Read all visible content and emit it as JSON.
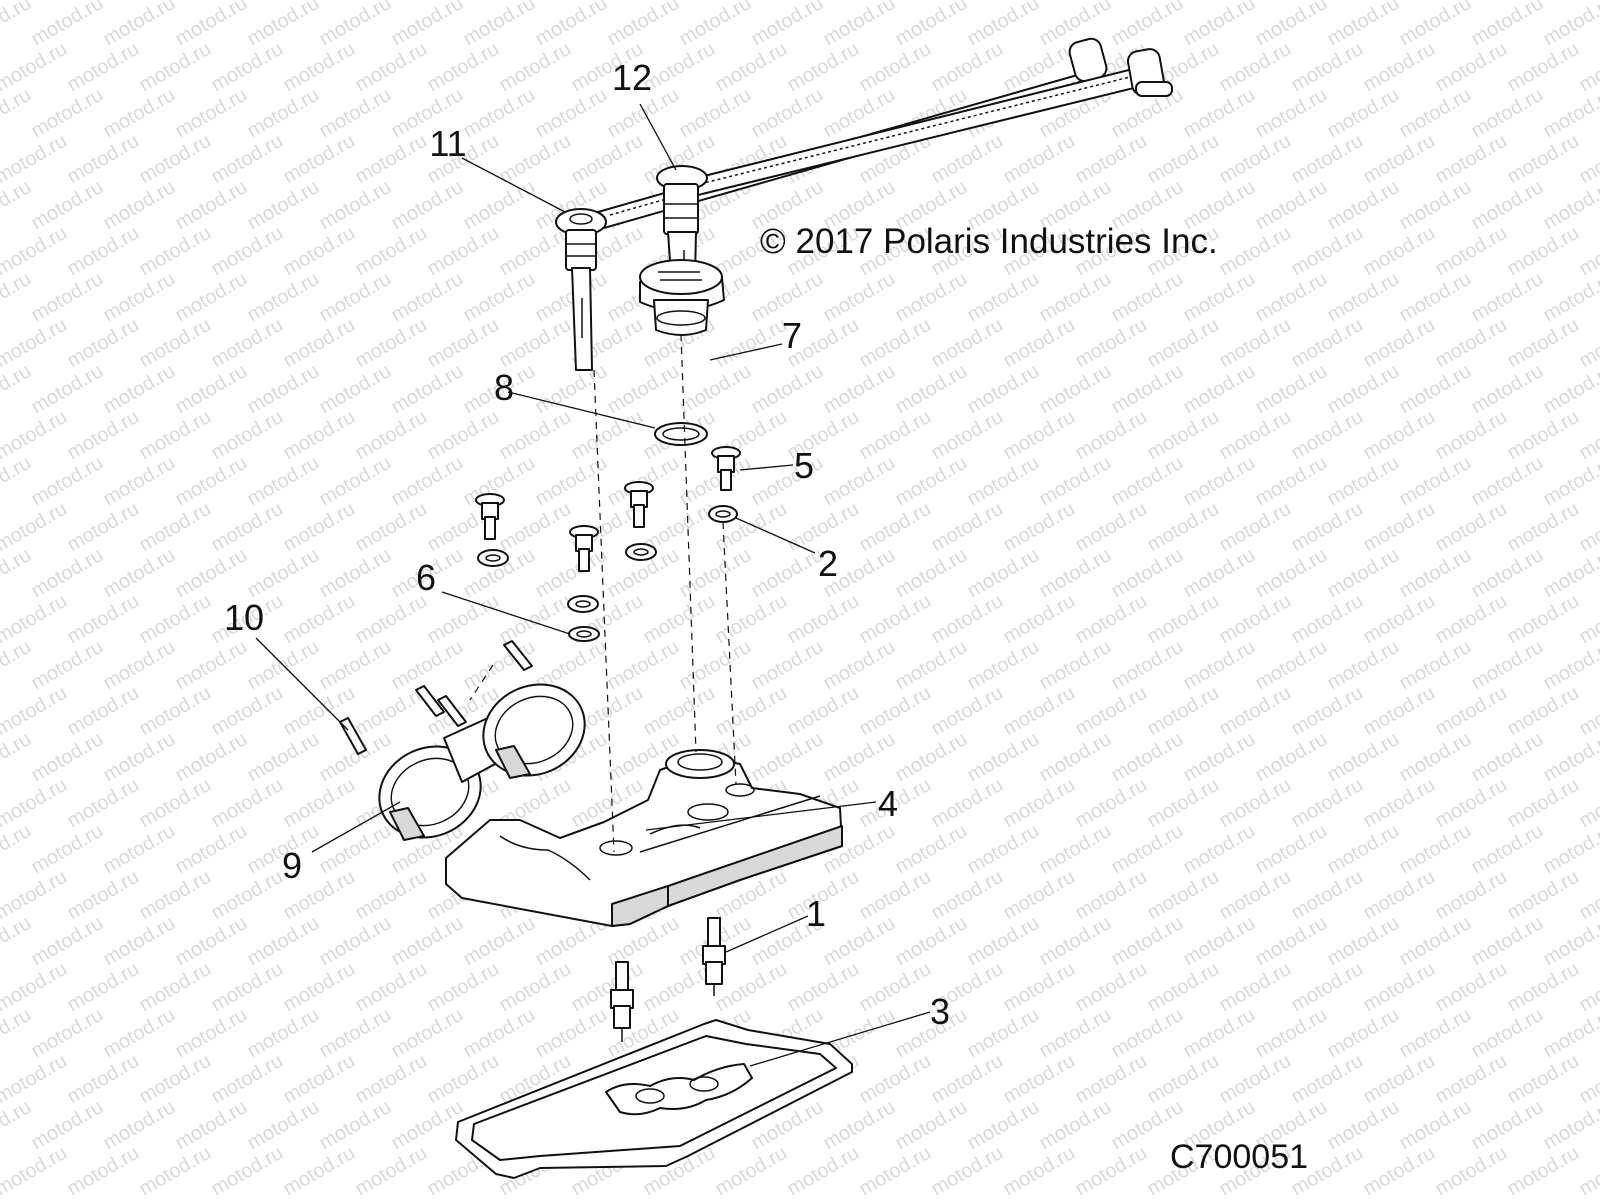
{
  "copyright": "© 2017 Polaris Industries Inc.",
  "drawing_code": "C700051",
  "watermark": "motod.ru",
  "callouts": [
    {
      "id": "12",
      "label": "12"
    },
    {
      "id": "11",
      "label": "11"
    },
    {
      "id": "7",
      "label": "7"
    },
    {
      "id": "8",
      "label": "8"
    },
    {
      "id": "5",
      "label": "5"
    },
    {
      "id": "2",
      "label": "2"
    },
    {
      "id": "6",
      "label": "6"
    },
    {
      "id": "10",
      "label": "10"
    },
    {
      "id": "4",
      "label": "4"
    },
    {
      "id": "9",
      "label": "9"
    },
    {
      "id": "1",
      "label": "1"
    },
    {
      "id": "3",
      "label": "3"
    }
  ]
}
